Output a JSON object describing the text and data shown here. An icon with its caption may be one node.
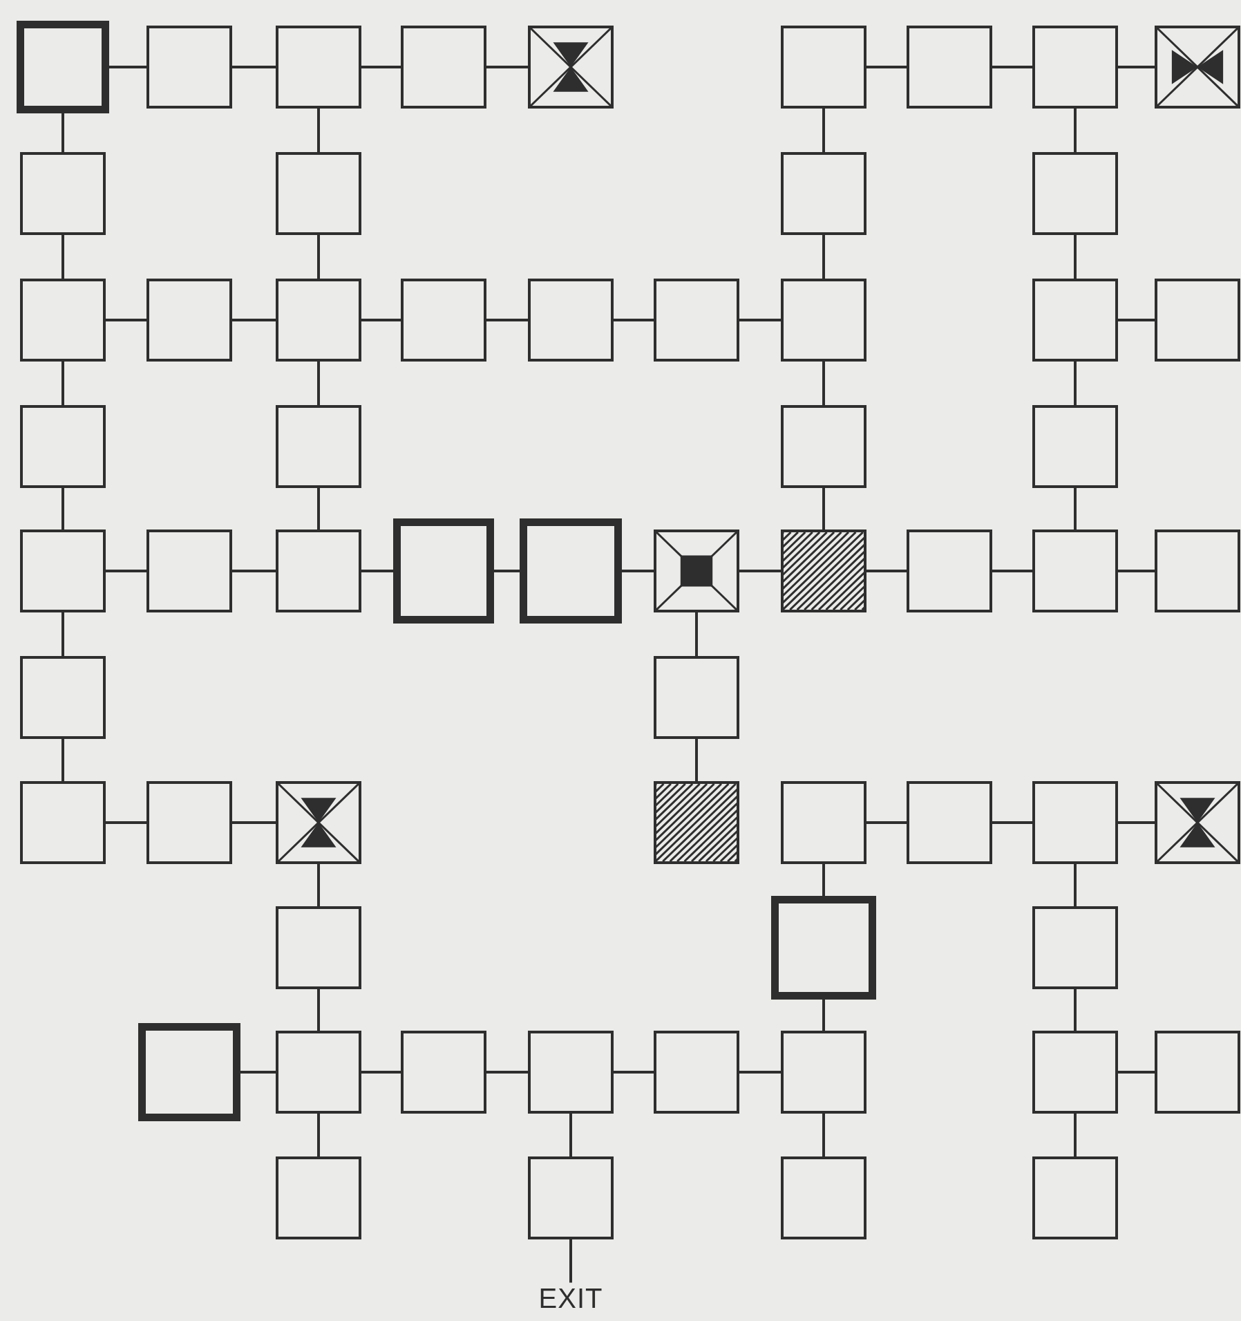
{
  "diagram": {
    "nodes": [
      {
        "text": [],
        "shape": "box"
      },
      {
        "text": [],
        "shape": "box"
      },
      {
        "text": [],
        "shape": "box"
      },
      {
        "text": [],
        "shape": "box"
      },
      {
        "text": [],
        "shape": "box"
      },
      {
        "text": [],
        "shape": "box"
      },
      {
        "text": [],
        "shape": "box"
      },
      {
        "text": [],
        "shape": "box"
      },
      {
        "text": [],
        "shape": "box"
      },
      {
        "text": [],
        "shape": "box"
      },
      {
        "text": [],
        "shape": "box"
      },
      {
        "text": [],
        "shape": "box"
      },
      {
        "text": [],
        "shape": "box"
      },
      {
        "text": [],
        "shape": "box"
      },
      {
        "text": [],
        "shape": "box"
      },
      {
        "text": [],
        "shape": "box"
      },
      {
        "text": [],
        "shape": "box"
      },
      {
        "text": [],
        "shape": "box"
      },
      {
        "text": [],
        "shape": "box"
      },
      {
        "text": [],
        "shape": "box"
      },
      {
        "text": [],
        "shape": "box"
      },
      {
        "text": [],
        "shape": "box"
      },
      {
        "text": [],
        "shape": "box"
      },
      {
        "text": [],
        "shape": "box"
      },
      {
        "text": [],
        "shape": "box"
      },
      {
        "text": [],
        "shape": "box"
      },
      {
        "text": [],
        "shape": "box"
      },
      {
        "text": [],
        "shape": "box"
      },
      {
        "text": [],
        "shape": "box"
      },
      {
        "text": [],
        "shape": "box"
      },
      {
        "text": [],
        "shape": "box"
      },
      {
        "text": [],
        "shape": "box"
      },
      {
        "text": [],
        "shape": "box"
      },
      {
        "text": [],
        "shape": "box"
      },
      {
        "text": [],
        "shape": "box"
      },
      {
        "text": [],
        "shape": "box"
      },
      {
        "text": [],
        "shape": "box"
      },
      {
        "text": [],
        "shape": "box"
      },
      {
        "text": [],
        "shape": "box"
      },
      {
        "text": [],
        "shape": "box"
      },
      {
        "text": [],
        "shape": "box"
      },
      {
        "text": [],
        "shape": "box"
      },
      {
        "text": [],
        "shape": "box"
      },
      {
        "text": [],
        "shape": "box"
      },
      {
        "text": [],
        "shape": "box"
      },
      {
        "text": [],
        "shape": "box"
      },
      {
        "text": [],
        "shape": "box"
      },
      {
        "text": [],
        "shape": "box"
      },
      {
        "text": [],
        "shape": "box"
      },
      {
        "text": [],
        "shape": "box"
      },
      {
        "text": [],
        "shape": "box"
      },
      {
        "text": [],
        "shape": "box"
      },
      {
        "text": [],
        "shape": "box"
      },
      {
        "text": [],
        "shape": "box"
      },
      {
        "text": [],
        "shape": "box"
      },
      {
        "text": [],
        "shape": "box"
      },
      {
        "text": [],
        "shape": "box"
      },
      {
        "text": [],
        "shape": "box"
      },
      {
        "text": [],
        "shape": "box"
      },
      {
        "text": [],
        "shape": "box"
      },
      {
        "text": [],
        "shape": "box"
      },
      {
        "text": [
          "EXIT"
        ]
      }
    ],
    "edges": [
      {
        "from": 0,
        "to": 1,
        "arrow": "none"
      },
      {
        "from": 1,
        "to": 2,
        "arrow": "none"
      },
      {
        "from": 2,
        "to": 3,
        "arrow": "none"
      },
      {
        "from": 3,
        "to": 4,
        "arrow": "none"
      },
      {
        "from": 5,
        "to": 6,
        "arrow": "none"
      },
      {
        "from": 6,
        "to": 7,
        "arrow": "none"
      },
      {
        "from": 7,
        "to": 8,
        "arrow": "none"
      },
      {
        "from": 0,
        "to": 9,
        "arrow": "none"
      },
      {
        "from": 9,
        "to": 13,
        "arrow": "none"
      },
      {
        "from": 13,
        "to": 22,
        "arrow": "none"
      },
      {
        "from": 22,
        "to": 26,
        "arrow": "none"
      },
      {
        "from": 26,
        "to": 36,
        "arrow": "none"
      },
      {
        "from": 36,
        "to": 38,
        "arrow": "none"
      },
      {
        "from": 38,
        "to": 39,
        "arrow": "none"
      },
      {
        "from": 39,
        "to": 40,
        "arrow": "none"
      },
      {
        "from": 2,
        "to": 10,
        "arrow": "none"
      },
      {
        "from": 10,
        "to": 15,
        "arrow": "none"
      },
      {
        "from": 15,
        "to": 23,
        "arrow": "none"
      },
      {
        "from": 23,
        "to": 28,
        "arrow": "none"
      },
      {
        "from": 13,
        "to": 14,
        "arrow": "none"
      },
      {
        "from": 14,
        "to": 15,
        "arrow": "none"
      },
      {
        "from": 15,
        "to": 16,
        "arrow": "none"
      },
      {
        "from": 16,
        "to": 17,
        "arrow": "none"
      },
      {
        "from": 17,
        "to": 18,
        "arrow": "none"
      },
      {
        "from": 18,
        "to": 19,
        "arrow": "none"
      },
      {
        "from": 26,
        "to": 27,
        "arrow": "none"
      },
      {
        "from": 27,
        "to": 28,
        "arrow": "none"
      },
      {
        "from": 28,
        "to": 29,
        "arrow": "none"
      },
      {
        "from": 29,
        "to": 30,
        "arrow": "none"
      },
      {
        "from": 30,
        "to": 31,
        "arrow": "none"
      },
      {
        "from": 31,
        "to": 32,
        "arrow": "none"
      },
      {
        "from": 32,
        "to": 33,
        "arrow": "none"
      },
      {
        "from": 33,
        "to": 34,
        "arrow": "none"
      },
      {
        "from": 34,
        "to": 35,
        "arrow": "none"
      },
      {
        "from": 5,
        "to": 11,
        "arrow": "none"
      },
      {
        "from": 11,
        "to": 19,
        "arrow": "none"
      },
      {
        "from": 19,
        "to": 24,
        "arrow": "none"
      },
      {
        "from": 24,
        "to": 32,
        "arrow": "none"
      },
      {
        "from": 7,
        "to": 12,
        "arrow": "none"
      },
      {
        "from": 12,
        "to": 20,
        "arrow": "none"
      },
      {
        "from": 20,
        "to": 25,
        "arrow": "none"
      },
      {
        "from": 25,
        "to": 34,
        "arrow": "none"
      },
      {
        "from": 20,
        "to": 21,
        "arrow": "none"
      },
      {
        "from": 31,
        "to": 37,
        "arrow": "none"
      },
      {
        "from": 37,
        "to": 41,
        "arrow": "none"
      },
      {
        "from": 42,
        "to": 43,
        "arrow": "none"
      },
      {
        "from": 43,
        "to": 44,
        "arrow": "none"
      },
      {
        "from": 44,
        "to": 45,
        "arrow": "none"
      },
      {
        "from": 42,
        "to": 47,
        "arrow": "none"
      },
      {
        "from": 47,
        "to": 54,
        "arrow": "none"
      },
      {
        "from": 54,
        "to": 59,
        "arrow": "none"
      },
      {
        "from": 44,
        "to": 48,
        "arrow": "none"
      },
      {
        "from": 48,
        "to": 55,
        "arrow": "none"
      },
      {
        "from": 55,
        "to": 60,
        "arrow": "none"
      },
      {
        "from": 55,
        "to": 56,
        "arrow": "none"
      },
      {
        "from": 40,
        "to": 46,
        "arrow": "none"
      },
      {
        "from": 46,
        "to": 50,
        "arrow": "none"
      },
      {
        "from": 50,
        "to": 57,
        "arrow": "none"
      },
      {
        "from": 49,
        "to": 50,
        "arrow": "none"
      },
      {
        "from": 50,
        "to": 51,
        "arrow": "none"
      },
      {
        "from": 51,
        "to": 52,
        "arrow": "none"
      },
      {
        "from": 52,
        "to": 53,
        "arrow": "none"
      },
      {
        "from": 53,
        "to": 54,
        "arrow": "none"
      },
      {
        "from": 52,
        "to": 58,
        "arrow": "none"
      },
      {
        "from": 58,
        "to": 61,
        "arrow": "none"
      }
    ]
  }
}
